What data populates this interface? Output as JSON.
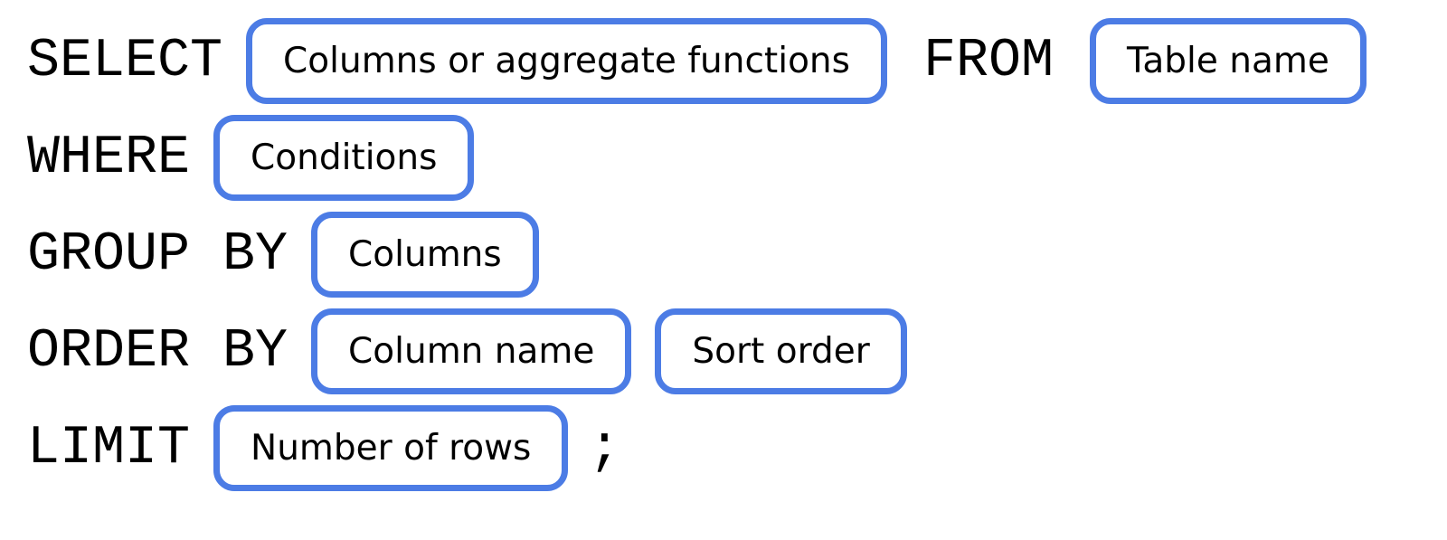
{
  "diagram": {
    "accent_color": "#4C7CE5",
    "text_color": "#000000",
    "background_color": "#FFFFFF",
    "rows": [
      {
        "name": "select-from",
        "segments": [
          {
            "kind": "keyword",
            "text": "SELECT"
          },
          {
            "kind": "box",
            "text": "Columns or aggregate functions"
          },
          {
            "kind": "keyword",
            "text": "FROM"
          },
          {
            "kind": "box",
            "text": "Table name"
          }
        ]
      },
      {
        "name": "where",
        "segments": [
          {
            "kind": "keyword",
            "text": "WHERE"
          },
          {
            "kind": "box",
            "text": "Conditions"
          }
        ]
      },
      {
        "name": "group-by",
        "segments": [
          {
            "kind": "keyword",
            "text": "GROUP BY"
          },
          {
            "kind": "box",
            "text": "Columns"
          }
        ]
      },
      {
        "name": "order-by",
        "segments": [
          {
            "kind": "keyword",
            "text": "ORDER BY"
          },
          {
            "kind": "box",
            "text": "Column name"
          },
          {
            "kind": "box",
            "text": "Sort order"
          }
        ]
      },
      {
        "name": "limit",
        "segments": [
          {
            "kind": "keyword",
            "text": "LIMIT"
          },
          {
            "kind": "box",
            "text": "Number of rows"
          },
          {
            "kind": "keyword",
            "text": ";"
          }
        ]
      }
    ]
  }
}
